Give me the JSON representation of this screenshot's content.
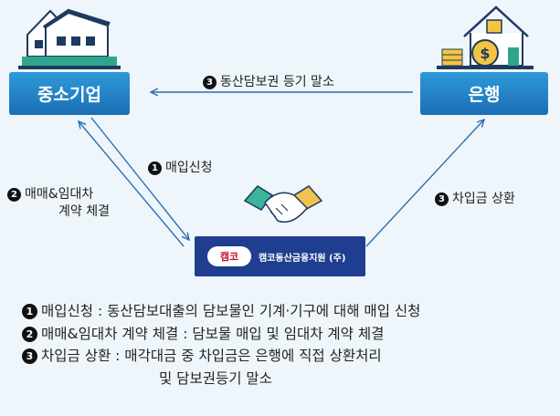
{
  "nodes": {
    "sme": "중소기업",
    "bank": "은행",
    "camco_logo": "캠코",
    "camco_name": "캠코동산금융지원 (주)"
  },
  "labels": {
    "release_num": "3",
    "release": "동산담보권 등기 말소",
    "buy_num": "1",
    "buy": "매입신청",
    "lease_num": "2",
    "lease_line1": "매매&임대차",
    "lease_line2": "계약 체결",
    "repay_num": "3",
    "repay": "차입금 상환"
  },
  "notes": [
    {
      "num": "1",
      "text": "매입신청 : 동산담보대출의 담보물인 기계·기구에 대해 매입 신청"
    },
    {
      "num": "2",
      "text": "매매&임대차 계약 체결 : 담보물 매입 및 임대차 계약 체결"
    },
    {
      "num": "3",
      "text": "차입금 상환 : 매각대금 중 차입금은 은행에 직접 상환처리",
      "cont": "및 담보권등기 말소"
    }
  ],
  "colors": {
    "node_blue": "#1b6fb4",
    "camco_navy": "#1f3e90",
    "arrow": "#2a6db0"
  }
}
